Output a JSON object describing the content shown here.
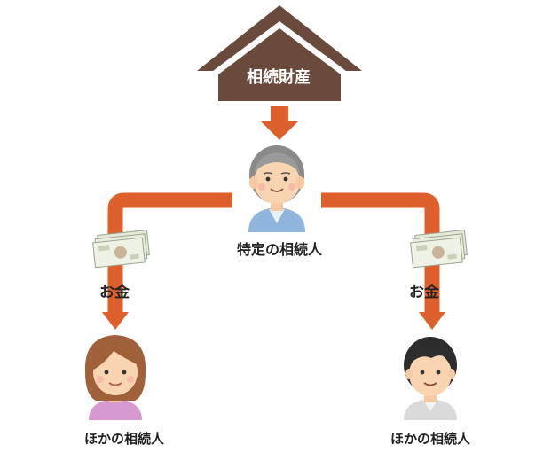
{
  "colors": {
    "house": "#6a4a3c",
    "arrow": "#dd5f2c",
    "text": "#222222"
  },
  "house": {
    "label": "相続財産"
  },
  "specific_heir": {
    "label": "特定の相続人",
    "icon": "elderly-man-icon"
  },
  "money": {
    "left_label": "お金",
    "right_label": "お金",
    "icon": "banknotes-icon"
  },
  "other_heirs": {
    "left": {
      "label": "ほかの相続人",
      "icon": "woman-icon"
    },
    "right": {
      "label": "ほかの相続人",
      "icon": "young-man-icon"
    }
  }
}
